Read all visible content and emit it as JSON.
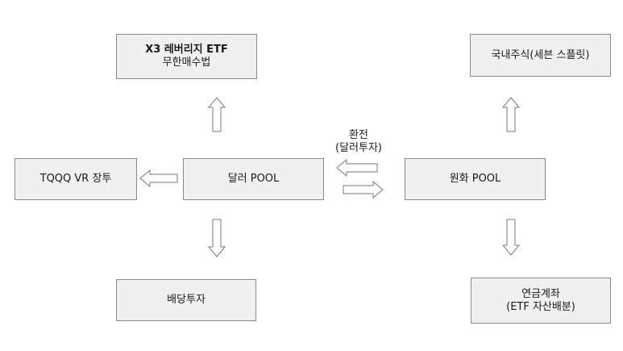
{
  "nodes": {
    "leverage_etf": {
      "lines": [
        "X3 레버리지 ETF",
        "무한매수법"
      ]
    },
    "domestic_stock": {
      "lines": [
        "국내주식(세븐 스플릿)"
      ]
    },
    "tqqq_vr": {
      "lines": [
        "TQQQ VR 장투"
      ]
    },
    "dollar_pool": {
      "lines": [
        "달러 POOL"
      ]
    },
    "won_pool": {
      "lines": [
        "원화 POOL"
      ]
    },
    "dividend": {
      "lines": [
        "배당투자"
      ]
    },
    "pension": {
      "lines": [
        "연금계좌",
        "(ETF 자산배분)"
      ]
    }
  },
  "exchange_label": {
    "lines": [
      "환전",
      "(달러투자)"
    ]
  },
  "edges": [
    {
      "from": "dollar_pool",
      "to": "leverage_etf",
      "direction": "up"
    },
    {
      "from": "dollar_pool",
      "to": "tqqq_vr",
      "direction": "left"
    },
    {
      "from": "dollar_pool",
      "to": "dividend",
      "direction": "down"
    },
    {
      "from": "won_pool",
      "to": "dollar_pool",
      "direction": "left"
    },
    {
      "from": "dollar_pool",
      "to": "won_pool",
      "direction": "right"
    },
    {
      "from": "won_pool",
      "to": "domestic_stock",
      "direction": "up"
    },
    {
      "from": "won_pool",
      "to": "pension",
      "direction": "down"
    }
  ],
  "colors": {
    "box_fill": "#f0f0f0",
    "box_border": "#8a8a8a",
    "arrow_fill": "#ffffff",
    "arrow_stroke": "#7a7a7a"
  }
}
